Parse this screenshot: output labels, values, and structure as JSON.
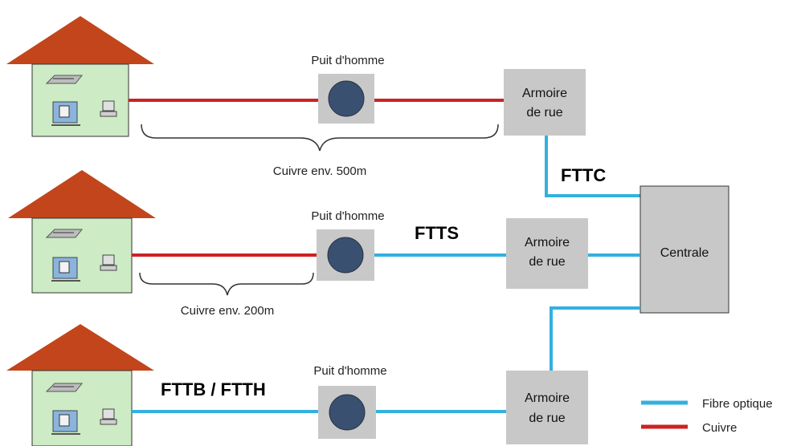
{
  "colors": {
    "fiber": "#33b0e0",
    "copper": "#cc2222",
    "roof": "#c2451b",
    "wall": "#cdebc4",
    "box": "#c8c8c8",
    "manhole": "#3a5070"
  },
  "rows": [
    {
      "manhole_label": "Puit d'homme",
      "cabinet_label_1": "Armoire",
      "cabinet_label_2": "de rue",
      "distance_label": "Cuivre env. 500m"
    },
    {
      "manhole_label": "Puit d'homme",
      "cabinet_label_1": "Armoire",
      "cabinet_label_2": "de rue",
      "distance_label": "Cuivre env. 200m"
    },
    {
      "manhole_label": "Puit d'homme",
      "cabinet_label_1": "Armoire",
      "cabinet_label_2": "de rue"
    }
  ],
  "labels": {
    "fttc": "FTTC",
    "ftts": "FTTS",
    "fttb_ftth": "FTTB / FTTH",
    "central": "Centrale"
  },
  "legend": {
    "fiber_label": "Fibre optique",
    "copper_label": "Cuivre"
  }
}
